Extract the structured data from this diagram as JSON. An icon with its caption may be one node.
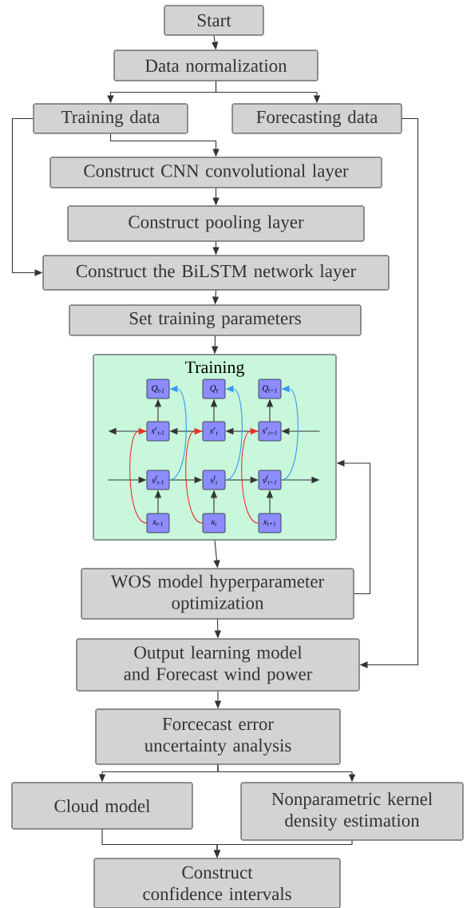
{
  "diagram": {
    "nodes": [
      {
        "text": [
          "Start"
        ]
      },
      {
        "text": [
          "Data normalization"
        ]
      },
      {
        "text": [
          "Training data"
        ]
      },
      {
        "text": [
          "Forecasting data"
        ]
      },
      {
        "text": [
          "Construct CNN convolutional layer"
        ]
      },
      {
        "text": [
          "Construct pooling layer"
        ]
      },
      {
        "text": [
          "Construct the BiLSTM network layer"
        ]
      },
      {
        "text": [
          "Set training parameters"
        ]
      },
      {
        "text": [
          "Training"
        ]
      },
      {
        "text": [
          "Q$_{t-1}$"
        ],
        "in": 8
      },
      {
        "text": [
          "Q$_{t}$"
        ],
        "in": 8
      },
      {
        "text": [
          "Q$_{t+1}$"
        ],
        "in": 8
      },
      {
        "text": [
          "s$^{r}$$_{t-1}$"
        ],
        "in": 8
      },
      {
        "text": [
          "s$^{r}$$_{t}$"
        ],
        "in": 8
      },
      {
        "text": [
          "s$^{r}$$_{t+1}$"
        ],
        "in": 8
      },
      {
        "text": [
          "s$^{f}$$_{t-1}$"
        ],
        "in": 8
      },
      {
        "text": [
          "s$^{f}$$_{t}$"
        ],
        "in": 8
      },
      {
        "text": [
          "s$^{f}$$_{t+1}$"
        ],
        "in": 8
      },
      {
        "text": [
          "x$_{t-1}$"
        ],
        "in": 8
      },
      {
        "text": [
          "x$_{t}$"
        ],
        "in": 8
      },
      {
        "text": [
          "x$_{t+1}$"
        ],
        "in": 8
      },
      {
        "text": [
          "WOS model hyperparameter optimization"
        ]
      },
      {
        "text": [
          "Output learning model and Forecast wind power"
        ]
      },
      {
        "text": [
          "Forcecast error uncertainty analysis"
        ]
      },
      {
        "text": [
          "Cloud model"
        ]
      },
      {
        "text": [
          "Nonparametric kernel density estimation"
        ]
      },
      {
        "text": [
          "Construct confidence intervals"
        ]
      }
    ],
    "edges": [
      {
        "from": 0,
        "to": 1,
        "arrow": "to"
      },
      {
        "from": 1,
        "to": 2,
        "arrow": "to"
      },
      {
        "from": 1,
        "to": 3,
        "arrow": "to"
      },
      {
        "from": 2,
        "to": 4,
        "arrow": "to"
      },
      {
        "from": 4,
        "to": 5,
        "arrow": "to"
      },
      {
        "from": 5,
        "to": 6,
        "arrow": "to"
      },
      {
        "from": 2,
        "to": 6,
        "arrow": "to"
      },
      {
        "from": 6,
        "to": 7,
        "arrow": "to"
      },
      {
        "from": 7,
        "to": 8,
        "arrow": "to"
      },
      {
        "from": 8,
        "to": 21,
        "arrow": "to"
      },
      {
        "from": 21,
        "to": 8,
        "arrow": "to"
      },
      {
        "from": 3,
        "to": 22,
        "arrow": "to"
      },
      {
        "from": 21,
        "to": 22,
        "arrow": "to"
      },
      {
        "from": 22,
        "to": 23,
        "arrow": "to"
      },
      {
        "from": 23,
        "to": 24,
        "arrow": "to"
      },
      {
        "from": 23,
        "to": 25,
        "arrow": "to"
      },
      {
        "from": 24,
        "to": 26,
        "arrow": "to"
      },
      {
        "from": 25,
        "to": 26,
        "arrow": "to"
      },
      {
        "from": 18,
        "to": 15,
        "arrow": "to"
      },
      {
        "from": 19,
        "to": 16,
        "arrow": "to"
      },
      {
        "from": 20,
        "to": 17,
        "arrow": "to"
      },
      {
        "from": 12,
        "to": 9,
        "arrow": "to"
      },
      {
        "from": 13,
        "to": 10,
        "arrow": "to"
      },
      {
        "from": 14,
        "to": 11,
        "arrow": "to"
      },
      {
        "from": null,
        "to": 15,
        "arrow": "to"
      },
      {
        "from": 15,
        "to": 16,
        "arrow": "to"
      },
      {
        "from": 16,
        "to": 17,
        "arrow": "to"
      },
      {
        "from": 17,
        "to": null,
        "arrow": "to"
      },
      {
        "from": null,
        "to": 14,
        "arrow": "to"
      },
      {
        "from": 14,
        "to": 13,
        "arrow": "to"
      },
      {
        "from": 13,
        "to": 12,
        "arrow": "to"
      },
      {
        "from": 12,
        "to": null,
        "arrow": "to"
      },
      {
        "from": 18,
        "to": 12,
        "arrow": "to",
        "color": "#e8302a"
      },
      {
        "from": 19,
        "to": 13,
        "arrow": "to",
        "color": "#e8302a"
      },
      {
        "from": 20,
        "to": 14,
        "arrow": "to",
        "color": "#e8302a"
      },
      {
        "from": 15,
        "to": 9,
        "arrow": "to",
        "color": "#3399ee"
      },
      {
        "from": 16,
        "to": 10,
        "arrow": "to",
        "color": "#3399ee"
      },
      {
        "from": 17,
        "to": 11,
        "arrow": "to",
        "color": "#3399ee"
      }
    ]
  }
}
